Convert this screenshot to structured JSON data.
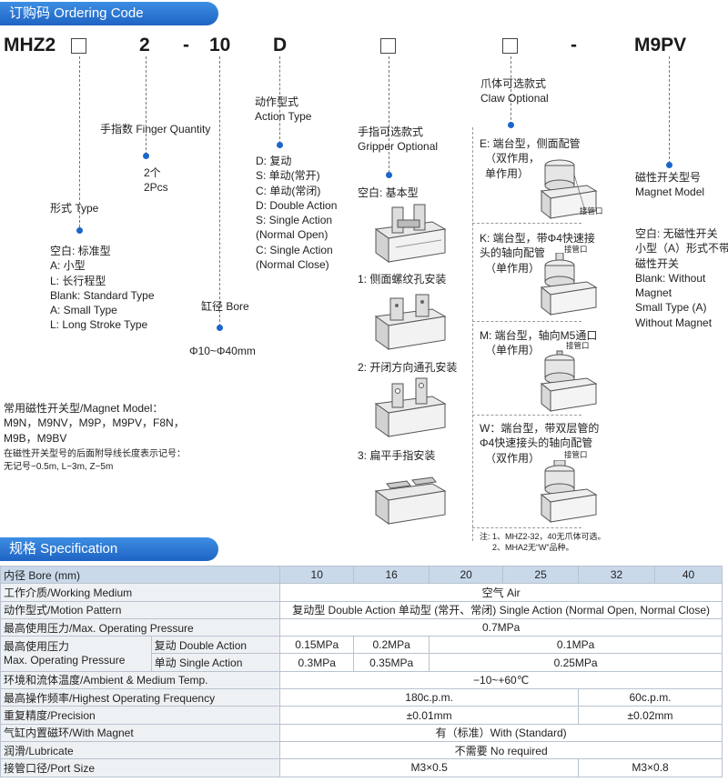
{
  "ordering": {
    "banner": "订购码 Ordering Code",
    "code": {
      "series": "MHZ2",
      "finger": "2",
      "dash1": "-",
      "bore": "10",
      "action": "D",
      "dash2": "-",
      "magnet": "M9PV"
    },
    "type": {
      "title": [
        "形式 Type"
      ],
      "lines": [
        "空白: 标准型",
        "A: 小型",
        "L: 长行程型",
        "Blank: Standard Type",
        "A: Small Type",
        "L: Long Stroke Type"
      ]
    },
    "finger": {
      "title": [
        "手指数 Finger Quantity"
      ],
      "lines": [
        "2个",
        "2Pcs"
      ]
    },
    "bore": {
      "title": [
        "缸径 Bore"
      ],
      "lines": [
        "Φ10~Φ40mm"
      ]
    },
    "action": {
      "title": [
        "动作型式",
        "Action Type"
      ],
      "lines": [
        "D: 复动",
        "S: 单动(常开)",
        "C: 单动(常闭)",
        "D: Double Action",
        "S: Single Action",
        "(Normal Open)",
        "C: Single Action",
        "(Normal Close)"
      ]
    },
    "gripper": {
      "title": [
        "手指可选款式",
        "Gripper Optional"
      ],
      "options": [
        "空白: 基本型",
        "1: 侧面螺纹孔安装",
        "2: 开闭方向通孔安装",
        "3: 扁平手指安装"
      ]
    },
    "claw": {
      "title": [
        "爪体可选款式",
        "Claw Optional"
      ],
      "options": [
        {
          "lines": [
            "E: 端台型，侧面配管",
            "（双作用，",
            "单作用）"
          ],
          "port": "接管口"
        },
        {
          "lines": [
            "K: 端台型，带Φ4快速接",
            "头的轴向配管",
            "（单作用）"
          ],
          "port": "接管口"
        },
        {
          "lines": [
            "M: 端台型，轴向M5通口",
            "（单作用）"
          ],
          "port": "接管口"
        },
        {
          "lines": [
            "W：端台型，带双层管的",
            "Φ4快速接头的轴向配管",
            "（双作用）"
          ],
          "port": "接管口"
        }
      ],
      "notes": [
        "注: 1、MHZ2-32，40无爪体可选。",
        "2、MHA2无“W”品种。"
      ]
    },
    "magnet": {
      "title": [
        "磁性开关型号",
        "Magnet Model"
      ],
      "lines": [
        "空白: 无磁性开关",
        "小型（A）形式不带",
        "磁性开关",
        "Blank: Without",
        "Magnet",
        "Small Type (A)",
        "Without Magnet"
      ]
    },
    "common": {
      "lines": [
        "常用磁性开关型/Magnet Model：",
        "M9N，M9NV，M9P，M9PV，F8N，",
        "M9B，M9BV"
      ],
      "notes": [
        "在磁性开关型号的后面附导线长度表示记号：",
        "无记号−0.5m, L−3m, Z−5m"
      ]
    }
  },
  "spec": {
    "banner": "规格 Specification",
    "header": {
      "label": "内径 Bore (mm)",
      "values": [
        "10",
        "16",
        "20",
        "25",
        "32",
        "40"
      ]
    },
    "medium": {
      "label": "工作介质/Working Medium",
      "value": "空气 Air"
    },
    "motion": {
      "label": "动作型式/Motion Pattern",
      "value": "复动型 Double Action   单动型 (常开、常闭) Single Action (Normal Open, Normal Close)"
    },
    "max_pressure": {
      "label": "最高使用压力/Max. Operating Pressure",
      "value": "0.7MPa"
    },
    "min_pressure": {
      "label": [
        "最高使用压力",
        "Max. Operating Pressure"
      ],
      "double": {
        "label": "复动 Double Action",
        "values": [
          "0.15MPa",
          "0.2MPa",
          "0.1MPa"
        ]
      },
      "single": {
        "label": "单动 Single Action",
        "values": [
          "0.3MPa",
          "0.35MPa",
          "0.25MPa"
        ]
      }
    },
    "temp": {
      "label": "环境和流体温度/Ambient & Medium Temp.",
      "value": "−10~+60℃"
    },
    "freq": {
      "label": "最高操作频率/Highest Operating Frequency",
      "values": [
        "180c.p.m.",
        "60c.p.m."
      ]
    },
    "precision": {
      "label": "重复精度/Precision",
      "values": [
        "±0.01mm",
        "±0.02mm"
      ]
    },
    "magnet": {
      "label": "气缸内置磁环/With Magnet",
      "value": "有（标准）With (Standard)"
    },
    "lube": {
      "label": "润滑/Lubricate",
      "value": "不需要 No required"
    },
    "port": {
      "label": "接管口径/Port Size",
      "values": [
        "M3×0.5",
        "M3×0.8"
      ]
    }
  },
  "colors": {
    "banner": "#1f64c4",
    "dot": "#1b66c9",
    "table_head": "#c9d9ea"
  }
}
